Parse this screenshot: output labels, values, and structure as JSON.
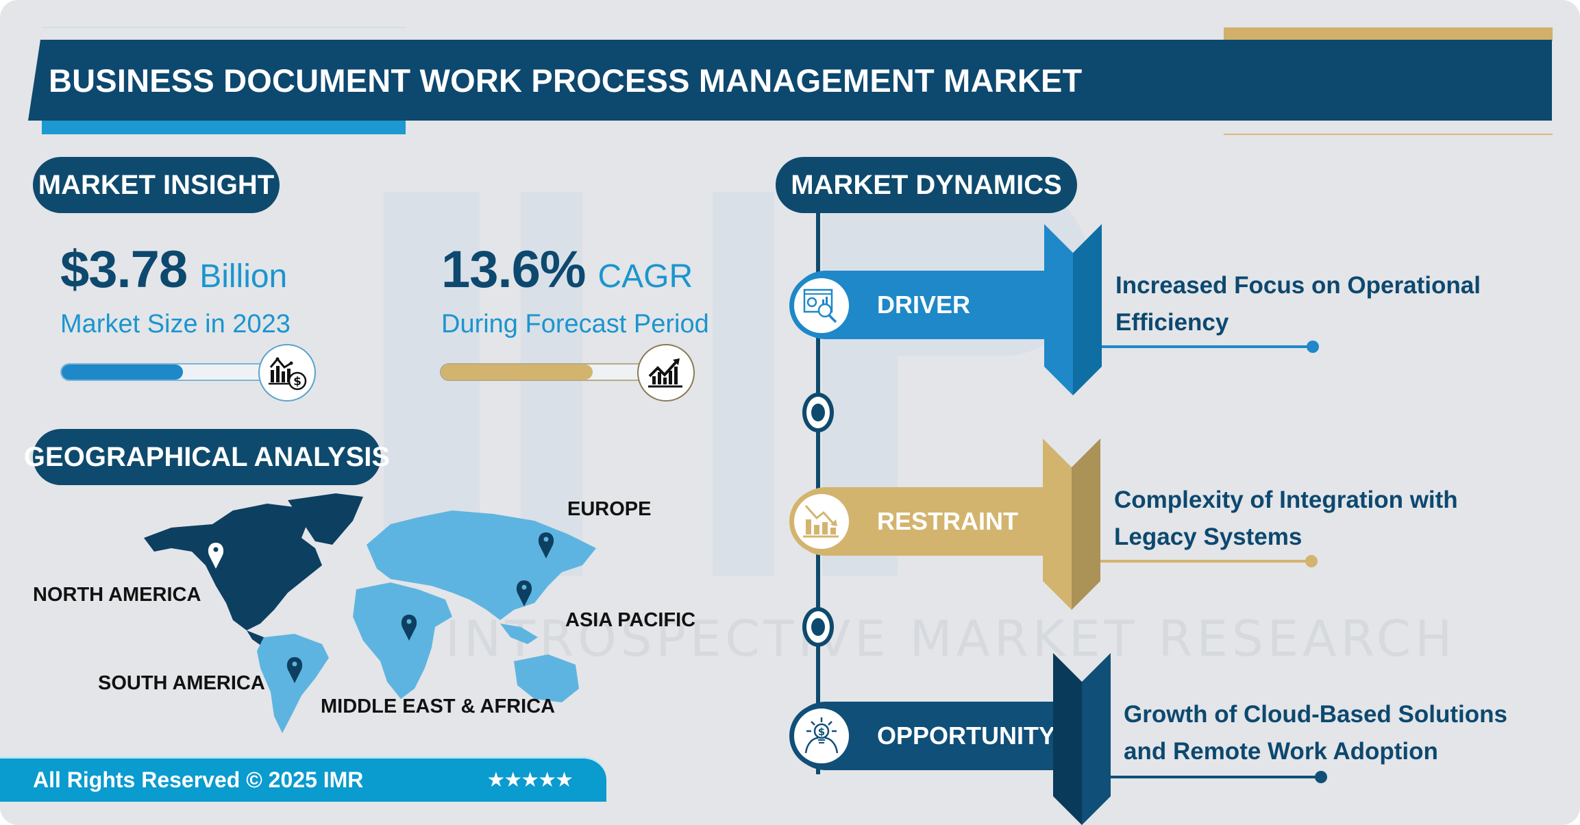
{
  "header": {
    "title": "BUSINESS DOCUMENT WORK PROCESS MANAGEMENT MARKET"
  },
  "market_insight": {
    "section_label": "MARKET INSIGHT",
    "market_size": {
      "value": "$3.78",
      "unit": "Billion",
      "caption": "Market Size in 2023",
      "progress_percent": 45,
      "icon": "bar-chart-dollar-icon",
      "color": "#1e88c8"
    },
    "cagr": {
      "value": "13.6%",
      "unit": "CAGR",
      "caption": "During Forecast Period",
      "progress_percent": 60,
      "icon": "growth-chart-arrow-icon",
      "color": "#d3b46e"
    }
  },
  "geographical_analysis": {
    "section_label": "GEOGRAPHICAL ANALYSIS",
    "regions": [
      {
        "name": "NORTH AMERICA",
        "highlighted": true,
        "color": "#0d3f60"
      },
      {
        "name": "EUROPE",
        "highlighted": false,
        "color": "#5eb4e0"
      },
      {
        "name": "ASIA PACIFIC",
        "highlighted": false,
        "color": "#5eb4e0"
      },
      {
        "name": "SOUTH AMERICA",
        "highlighted": false,
        "color": "#5eb4e0"
      },
      {
        "name": "MIDDLE EAST & AFRICA",
        "highlighted": false,
        "color": "#5eb4e0"
      }
    ]
  },
  "market_dynamics": {
    "section_label": "MARKET DYNAMICS",
    "items": [
      {
        "type": "DRIVER",
        "description_line1": "Increased Focus on Operational",
        "description_line2": "Efficiency",
        "icon": "analytics-magnifier-icon",
        "color": "#1e88c8",
        "color_dark": "#0f6ea4"
      },
      {
        "type": "RESTRAINT",
        "description_line1": "Complexity of Integration with",
        "description_line2": "Legacy Systems",
        "icon": "declining-chart-icon",
        "color": "#d3b46e",
        "color_dark": "#ab9256"
      },
      {
        "type": "OPPORTUNITY",
        "description_line1": "Growth of Cloud-Based Solutions",
        "description_line2": "and Remote Work Adoption",
        "icon": "lightbulb-dollar-icon",
        "color": "#0f4f78",
        "color_dark": "#093a5a"
      }
    ]
  },
  "watermark": {
    "letters": "IMR",
    "text": "INTROSPECTIVE MARKET RESEARCH"
  },
  "footer": {
    "copyright": "All Rights Reserved © 2025 IMR",
    "rating_stars": "★★★★★"
  }
}
